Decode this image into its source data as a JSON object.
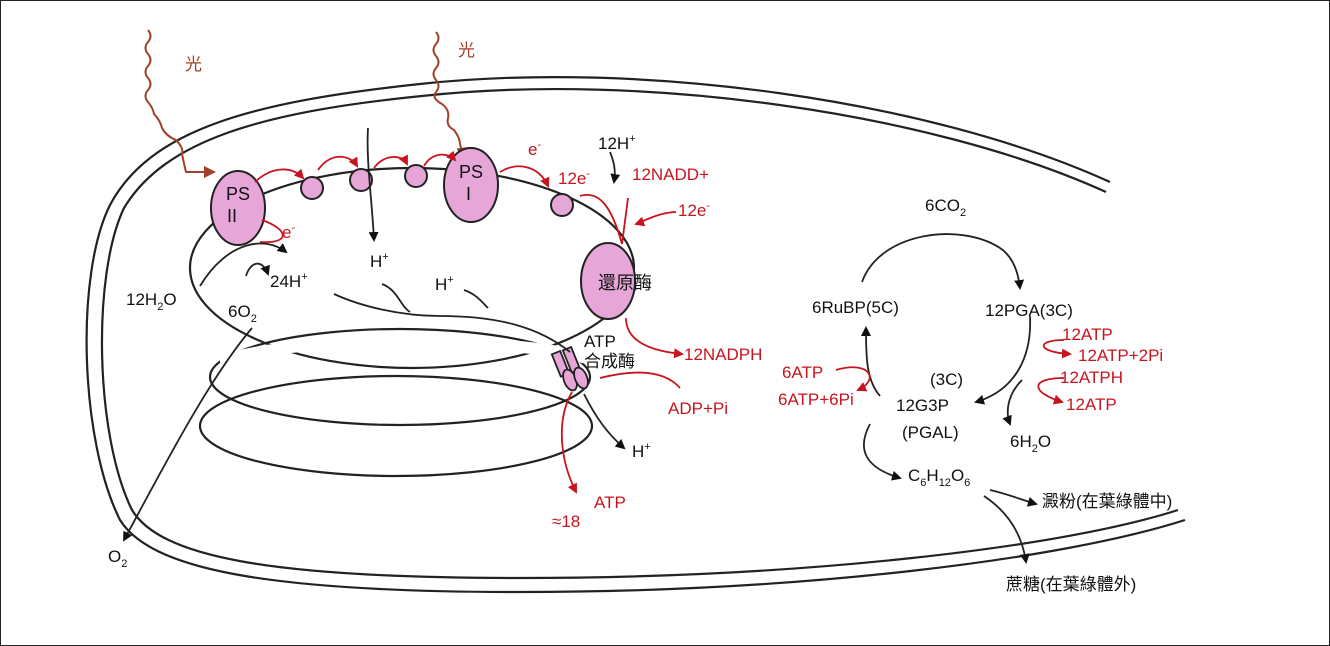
{
  "labels": {
    "light_1": "光",
    "light_2": "光",
    "ps2": [
      "PS",
      "II"
    ],
    "ps1": [
      "PS",
      "I"
    ],
    "e_ps2": "e",
    "e_ps1": "e",
    "minus": "-",
    "h12_top": "12H",
    "plus": "+",
    "e12_left": "12e",
    "nadd": "12NADD+",
    "e12_right": "12e",
    "reductase": "還原酶",
    "h_mid": "H",
    "h_right": "H",
    "h24": "24H",
    "h2o_12": [
      "12H",
      "2",
      "O"
    ],
    "o2_6": [
      "6O",
      "2"
    ],
    "atp_synthase": [
      "ATP",
      "合成酶"
    ],
    "nadph": "12NADPH",
    "adp_pi": "ADP+Pi",
    "h_bottom": "H",
    "atp_18": [
      "≈18",
      "ATP"
    ],
    "o2": [
      "O",
      "2"
    ]
  },
  "calvin": {
    "co2": [
      "6CO",
      "2"
    ],
    "rubp": "6RuBP(5C)",
    "pga": "12PGA(3C)",
    "atp12": "12ATP",
    "atp12_pi": "12ATP+2Pi",
    "atph12": "12ATPH",
    "atp12_b": "12ATP",
    "c3": "(3C)",
    "g3p": "12G3P",
    "pgal": "(PGAL)",
    "h2o_6": [
      "6H",
      "2",
      "O"
    ],
    "atp6": "6ATP",
    "atp6_pi": "6ATP+6Pi",
    "glucose": [
      "C",
      "6",
      "H",
      "12",
      "O",
      "6"
    ],
    "starch": "澱粉(在葉綠體中)",
    "sucrose": "蔗糖(在葉綠體外)"
  },
  "colors": {
    "black": "#111111",
    "red": "#c8141e",
    "brown": "#a0422a",
    "pink": "#e6a6d8",
    "outline": "#222222"
  }
}
